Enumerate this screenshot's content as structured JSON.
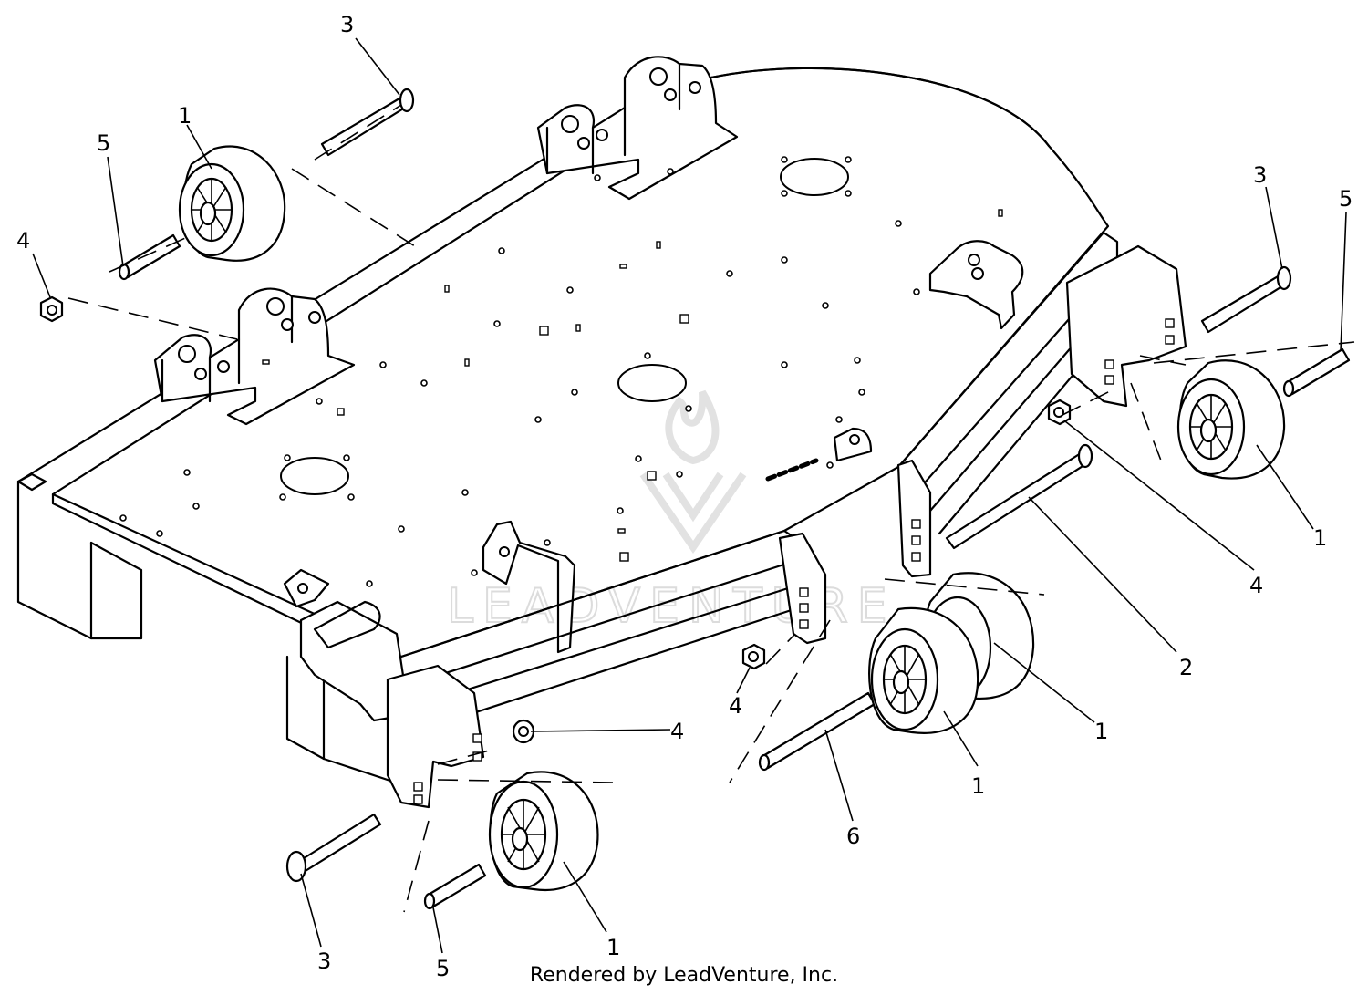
{
  "credit": "Rendered by LeadVenture, Inc.",
  "watermark": "LEADVENTURE",
  "callouts": [
    "3",
    "1",
    "5",
    "4",
    "3",
    "5",
    "1",
    "4",
    "2",
    "4",
    "4",
    "1",
    "1",
    "6",
    "3",
    "5",
    "1"
  ]
}
